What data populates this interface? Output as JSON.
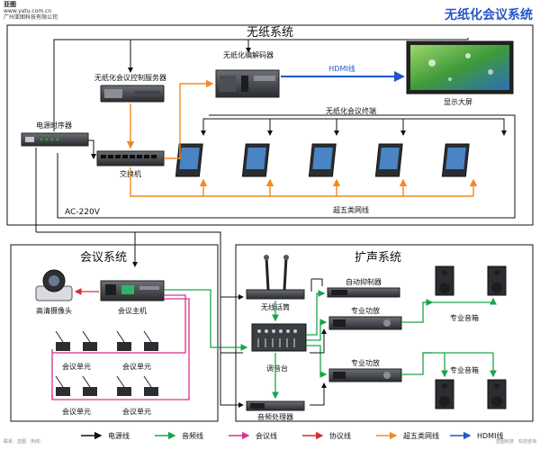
{
  "header": {
    "brand_name": "亚图",
    "brand_sub": "www.yatu.com.cn",
    "brand_company": "广州亚图科技有限公司",
    "title": "无纸化会议系统"
  },
  "sections": {
    "paperless": "无纸系统",
    "conference": "会议系统",
    "pa": "扩声系统"
  },
  "devices": {
    "server": "无纸化会议控制服务器",
    "decoder": "无纸化编解码器",
    "display": "显示大屏",
    "switch": "交换机",
    "timer": "电源时序器",
    "terminals": "无纸化会议终端",
    "camera": "高清摄像头",
    "host": "会议主机",
    "unit": "会议单元",
    "wireless_mic": "无线话筒",
    "feedback": "自动抑制器",
    "mixer": "调音台",
    "amp": "专业功放",
    "speaker": "专业音箱",
    "processor": "音频处理器"
  },
  "links": {
    "hdmi": "HDMI线",
    "cat5": "超五类网线",
    "ac": "AC-220V"
  },
  "legend": [
    {
      "label": "电源线",
      "color": "#111111"
    },
    {
      "label": "音频线",
      "color": "#1aa34a"
    },
    {
      "label": "会议线",
      "color": "#d6338a"
    },
    {
      "label": "协议线",
      "color": "#d62d2d"
    },
    {
      "label": "超五类网线",
      "color": "#f08a24"
    },
    {
      "label": "HDMI线",
      "color": "#2456c8"
    }
  ],
  "footer": {
    "left": "联系：亚图　热线：",
    "right": "亚图科技　欢迎咨询"
  }
}
